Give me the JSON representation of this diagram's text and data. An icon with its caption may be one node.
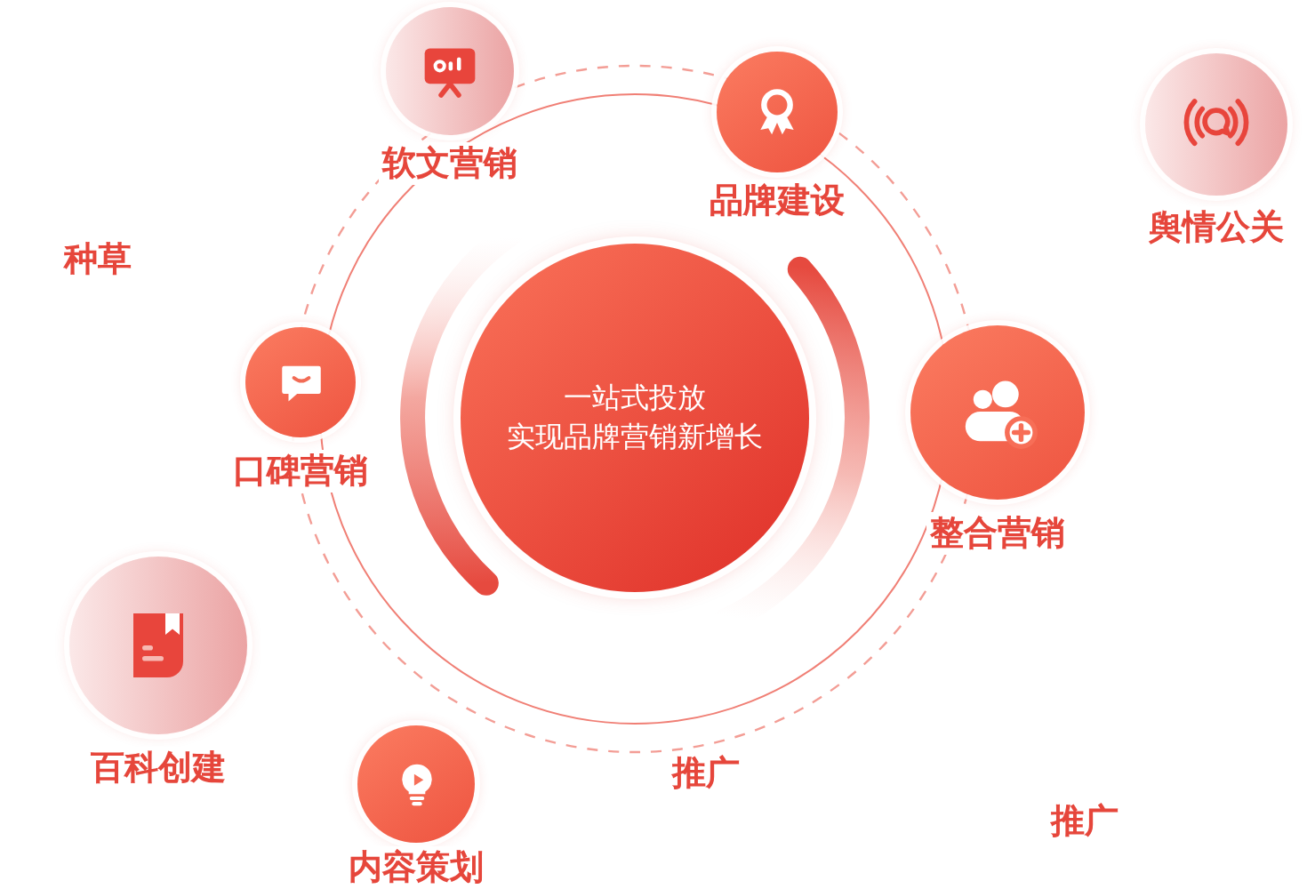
{
  "diagram": {
    "nodes": [
      {
        "text": [
          "一站式投放",
          "实现品牌营销新增长"
        ]
      },
      {
        "text": [
          "软文营销"
        ]
      },
      {
        "text": [
          "品牌建设"
        ]
      },
      {
        "text": [
          "舆情公关"
        ]
      },
      {
        "text": [
          "种草"
        ]
      },
      {
        "text": [
          "口碑营销"
        ]
      },
      {
        "text": [
          "整合营销"
        ]
      },
      {
        "text": [
          "百科创建"
        ]
      },
      {
        "text": [
          "推广"
        ]
      },
      {
        "text": [
          "内容策划"
        ]
      },
      {
        "text": [
          "推广"
        ]
      }
    ]
  }
}
